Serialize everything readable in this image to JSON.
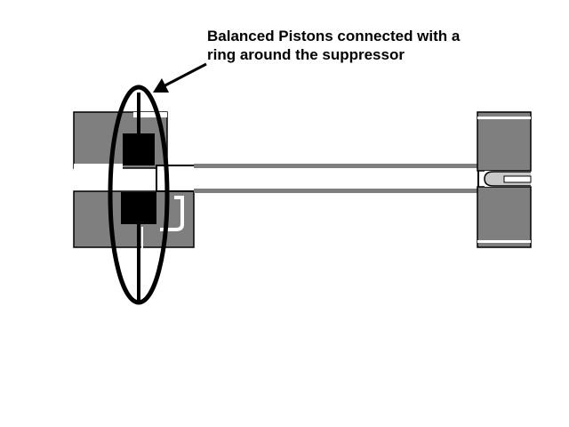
{
  "annotation": {
    "line1": "Balanced Pistons connected with a",
    "line2": "ring around the suppressor"
  },
  "colors": {
    "background": "#ffffff",
    "housing_gray": "#7f7f7f",
    "piston_black": "#000000",
    "outline": "#000000",
    "tip_gray": "#c8c8c8"
  },
  "parts": [
    "upper-housing",
    "lower-housing",
    "upper-piston",
    "lower-piston",
    "gas-tube",
    "cylinder-body",
    "rounded-plug",
    "connecting-ring",
    "callout-arrow"
  ]
}
